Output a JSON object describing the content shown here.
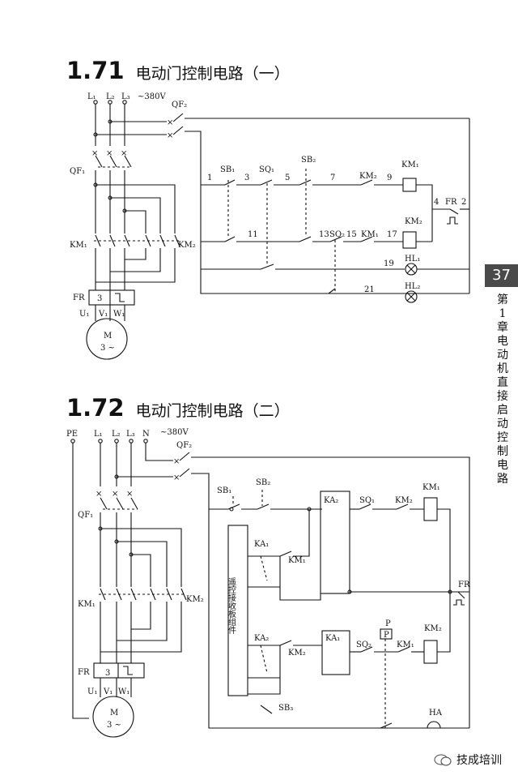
{
  "page_number": "37",
  "chapter": "第1章 电动机直接启动控制电路",
  "watermark": "技成培训",
  "sections": [
    {
      "number": "1.71",
      "title": "电动门控制电路（一）"
    },
    {
      "number": "1.72",
      "title": "电动门控制电路（二）"
    }
  ],
  "c1": {
    "L1": "L₁",
    "L2": "L₂",
    "L3": "L₃",
    "voltage": "~380V",
    "QF2": "QF₂",
    "QF1": "QF₁",
    "KM1": "KM₁",
    "KM2": "KM₂",
    "FR": "FR",
    "FR_num": "3",
    "U": "U₁",
    "V": "V₁",
    "W": "W₁",
    "motor_M": "M",
    "motor_3": "3 ~",
    "SB1": "SB₁",
    "SQ1": "SQ₁",
    "SB2": "SB₂",
    "KM2c": "KM₂",
    "KM1coil": "KM₁",
    "n1": "1",
    "n3": "3",
    "n5": "5",
    "n7": "7",
    "n9": "9",
    "n4": "4",
    "n2": "2",
    "FRc": "FR",
    "n11": "11",
    "n13": "13",
    "SQ2": "SQ₂",
    "n15": "15",
    "KM1c": "KM₁",
    "n17": "17",
    "KM2coil": "KM₂",
    "n19": "19",
    "HL1": "HL₁",
    "n21": "21",
    "HL2": "HL₂"
  },
  "c2": {
    "PE": "PE",
    "L1": "L₁",
    "L2": "L₂",
    "L3": "L₃",
    "N": "N",
    "voltage": "~380V",
    "QF2": "QF₂",
    "QF1": "QF₁",
    "KM1": "KM₁",
    "KM2": "KM₂",
    "FR": "FR",
    "FR_num": "3",
    "U": "U₁",
    "V": "V₁",
    "W": "W₁",
    "motor_M": "M",
    "motor_3": "3 ~",
    "SB1": "SB₁",
    "SB2": "SB₂",
    "KA2": "KA₂",
    "SQ1": "SQ₁",
    "KM2c": "KM₂",
    "KM1coil": "KM₁",
    "KA1": "KA₁",
    "KM1c": "KM₁",
    "remote": "遥控接收板组件",
    "FRc": "FR",
    "KA2b": "KA₂",
    "KM2d": "KM₂",
    "KA1b": "KA₁",
    "P": "P",
    "Pbox": "P",
    "SQ2": "SQ₂",
    "KM1d": "KM₁",
    "KM2coil": "KM₂",
    "SB3": "SB₃",
    "HA": "HA"
  }
}
